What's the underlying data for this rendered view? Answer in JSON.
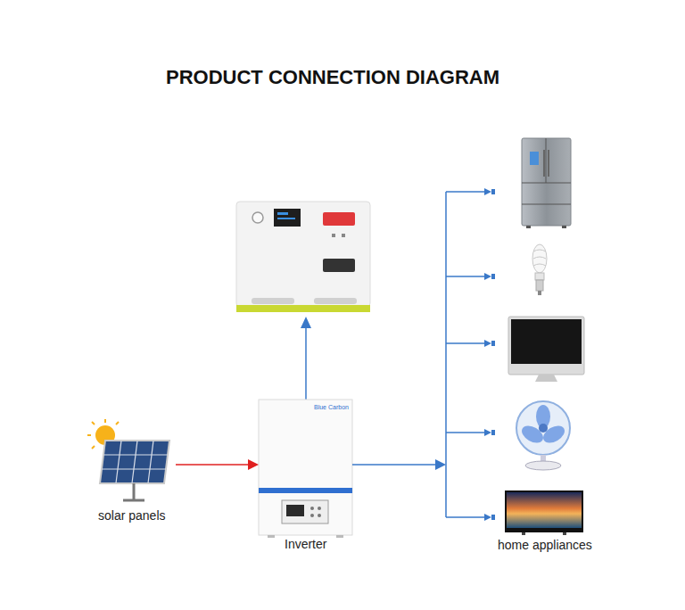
{
  "diagram": {
    "title": "PRODUCT CONNECTION DIAGRAM",
    "nodes": [
      {
        "text": [
          "solar panels"
        ]
      },
      {
        "text": [
          "Blue Carbon",
          "Inverter"
        ]
      },
      {
        "text": [
          "home appliances"
        ]
      }
    ],
    "edges": [
      {
        "from": 0,
        "to": 1,
        "arrow": "to"
      },
      {
        "from": 1,
        "to": 2,
        "arrow": "to"
      }
    ]
  }
}
